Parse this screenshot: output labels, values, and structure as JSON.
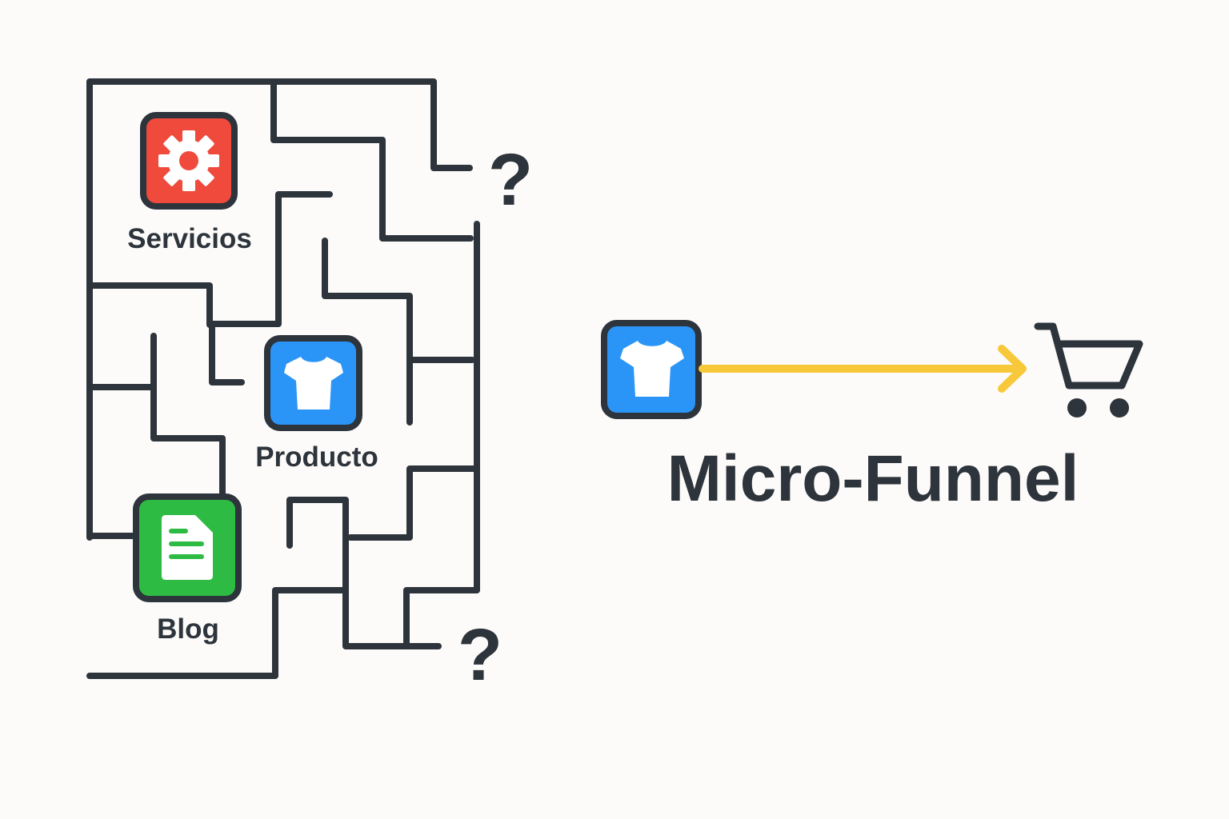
{
  "colors": {
    "background": "#fcfbfa",
    "stroke": "#2d343b",
    "servicios_tile": "#ef4a3c",
    "producto_tile": "#2a95f7",
    "blog_tile": "#2ebb43",
    "arrow": "#f7c93a",
    "icon_fill": "#ffffff"
  },
  "maze": {
    "nodes": [
      {
        "id": "servicios",
        "label": "Servicios",
        "icon": "gear-icon"
      },
      {
        "id": "producto",
        "label": "Producto",
        "icon": "tshirt-icon"
      },
      {
        "id": "blog",
        "label": "Blog",
        "icon": "document-icon"
      }
    ],
    "question_marks": [
      "?",
      "?"
    ]
  },
  "funnel": {
    "start_icon": "tshirt-icon",
    "arrow_icon": "arrow-right-icon",
    "end_icon": "shopping-cart-icon",
    "title": "Micro-Funnel"
  }
}
